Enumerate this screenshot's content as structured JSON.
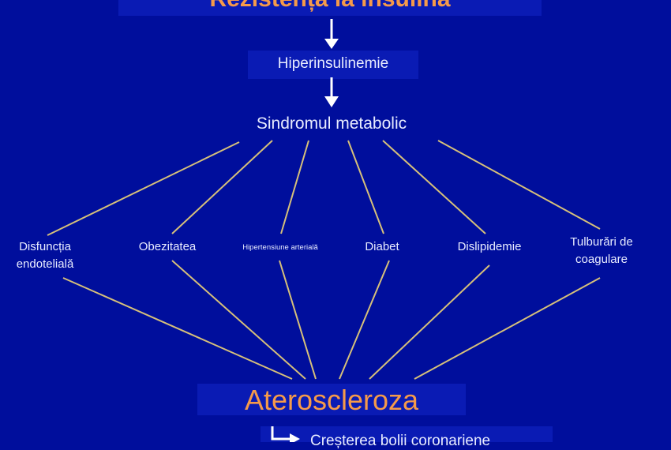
{
  "colors": {
    "background": "#000e9c",
    "box": "#0a1bb4",
    "title_text": "#f59a4a",
    "node_text": "#e8ecff",
    "line": "#d6c07a",
    "arrow": "#ffffff"
  },
  "diagram": {
    "top": "Rezistență la insulină",
    "level2": "Hiperinsulinemie",
    "level3": "Sindromul metabolic",
    "branches": [
      {
        "label": "Disfuncția endotelială"
      },
      {
        "label": "Obezitatea"
      },
      {
        "label": "Hipertensiune arterială"
      },
      {
        "label": "Diabet"
      },
      {
        "label": "Dislipidemie"
      },
      {
        "label": "Tulburări de coagulare"
      }
    ],
    "bottom": "Ateroscleroza",
    "outcome": "Creșterea bolii coronariene"
  }
}
